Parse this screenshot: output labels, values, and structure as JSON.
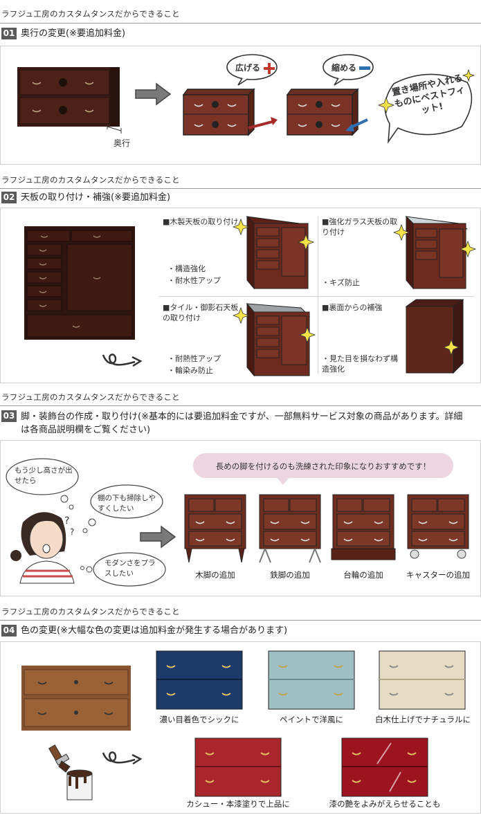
{
  "kicker": "ラフジュ工房のカスタムタンスだからできること",
  "sections": [
    {
      "num": "01",
      "title": "奥行の変更(※要追加料金)",
      "depth_label": "奥行",
      "widen": "広げる",
      "shrink": "縮める",
      "bubble": "置き場所や入れるものにベストフィット!"
    },
    {
      "num": "02",
      "title": "天板の取り付け・補強(※要追加料金)",
      "options": [
        {
          "title": "■木製天板の取り付け",
          "notes": [
            "・構造強化",
            "・耐水性アップ"
          ]
        },
        {
          "title": "■強化ガラス天板の取り付け",
          "notes": [
            "・キズ防止"
          ]
        },
        {
          "title": "■タイル・御影石天板の取り付け",
          "notes": [
            "・耐熱性アップ",
            "・輪染み防止"
          ]
        },
        {
          "title": "■裏面からの補強",
          "notes": [
            "・見た目を損なわず構造強化"
          ]
        }
      ]
    },
    {
      "num": "03",
      "title": "脚・装飾台の作成・取り付け(※基本的には要追加料金ですが、一部無料サービス対象の商品があります。詳細は各商品説明欄をご覧ください)",
      "thoughts": [
        "もう少し高さが出せたら",
        "棚の下も掃除しやすくしたい",
        "モダンさをプラスしたい"
      ],
      "recommend": "長めの脚を付けるのも洗練された印象になりおすすめです！",
      "captions": [
        "木脚の追加",
        "鉄脚の追加",
        "台輪の追加",
        "キャスターの追加"
      ]
    },
    {
      "num": "04",
      "title": "色の変更(※大幅な色の変更は追加料金が発生する場合があります)",
      "captions": [
        "濃い目着色でシックに",
        "ペイントで洋風に",
        "白木仕上げでナチュラルに",
        "カシュー・本漆塗りで上品に",
        "漆の艶をよみがえらせることも"
      ]
    }
  ]
}
